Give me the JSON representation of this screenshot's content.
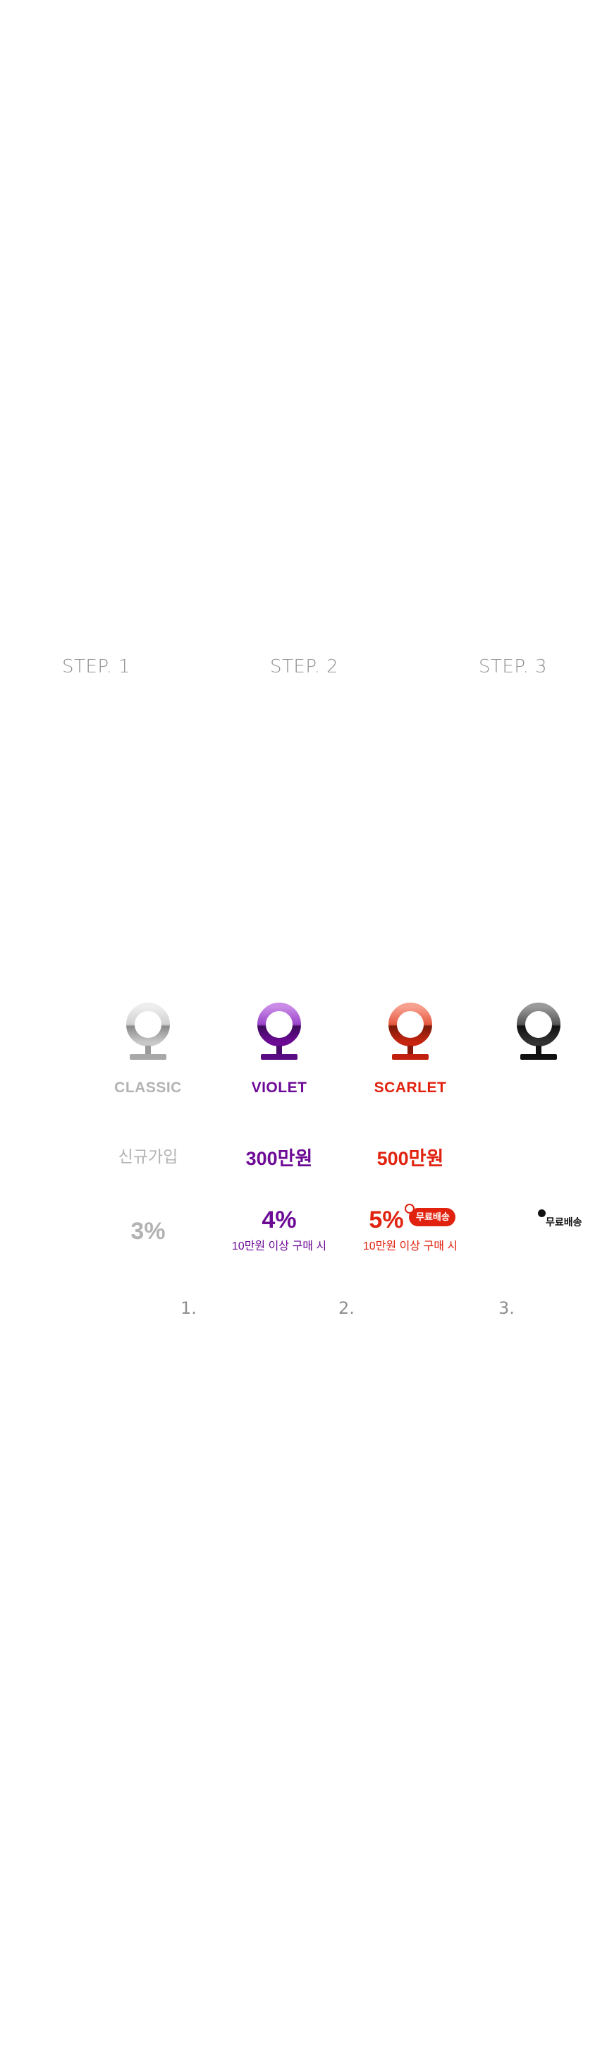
{
  "steps": [
    "STEP. 1",
    "STEP. 2",
    "STEP. 3"
  ],
  "grades": [
    {
      "name": "CLASSIC",
      "threshold": "신규가입",
      "rate": "3%",
      "condition": "",
      "color": "#b3b3b3"
    },
    {
      "name": "VIOLET",
      "threshold": "300만원",
      "rate": "4%",
      "condition": "10만원 이상 구매 시",
      "color": "#6c0a96"
    },
    {
      "name": "SCARLET",
      "threshold": "500만원",
      "rate": "5%",
      "condition": "10만원 이상 구매 시",
      "badge": "무료배송",
      "color": "#e0220f"
    },
    {
      "name": "",
      "threshold": "",
      "rate": "",
      "condition": "",
      "badge": "무료배송",
      "color": "#111111"
    }
  ],
  "numbers": [
    "1.",
    "2.",
    "3."
  ]
}
